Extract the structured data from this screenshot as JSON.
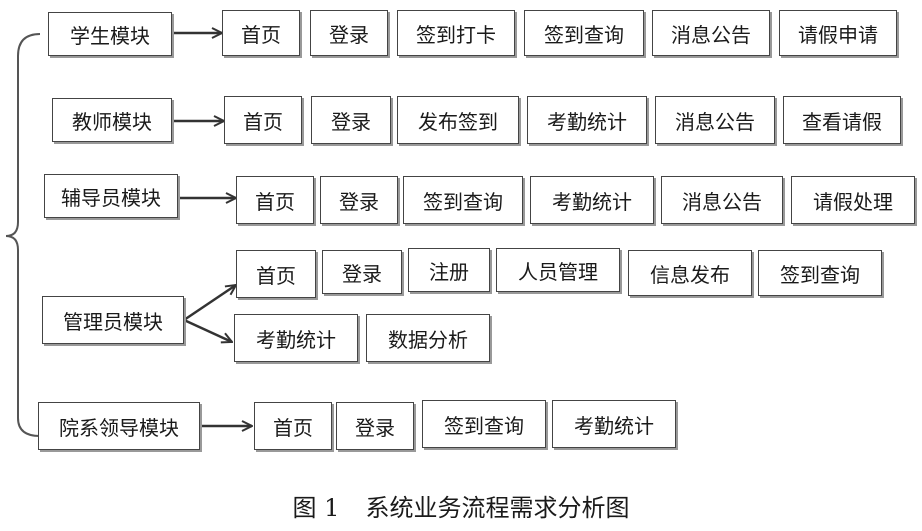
{
  "modules": [
    {
      "name": "学生模块",
      "items": [
        "首页",
        "登录",
        "签到打卡",
        "签到查询",
        "消息公告",
        "请假申请"
      ]
    },
    {
      "name": "教师模块",
      "items": [
        "首页",
        "登录",
        "发布签到",
        "考勤统计",
        "消息公告",
        "查看请假"
      ]
    },
    {
      "name": "辅导员模块",
      "items": [
        "首页",
        "登录",
        "签到查询",
        "考勤统计",
        "消息公告",
        "请假处理"
      ]
    },
    {
      "name": "管理员模块",
      "items": [
        "首页",
        "登录",
        "注册",
        "人员管理",
        "信息发布",
        "签到查询",
        "考勤统计",
        "数据分析"
      ]
    },
    {
      "name": "院系领导模块",
      "items": [
        "首页",
        "登录",
        "签到查询",
        "考勤统计"
      ]
    }
  ],
  "caption": {
    "number": "图 1",
    "title": "系统业务流程需求分析图"
  }
}
